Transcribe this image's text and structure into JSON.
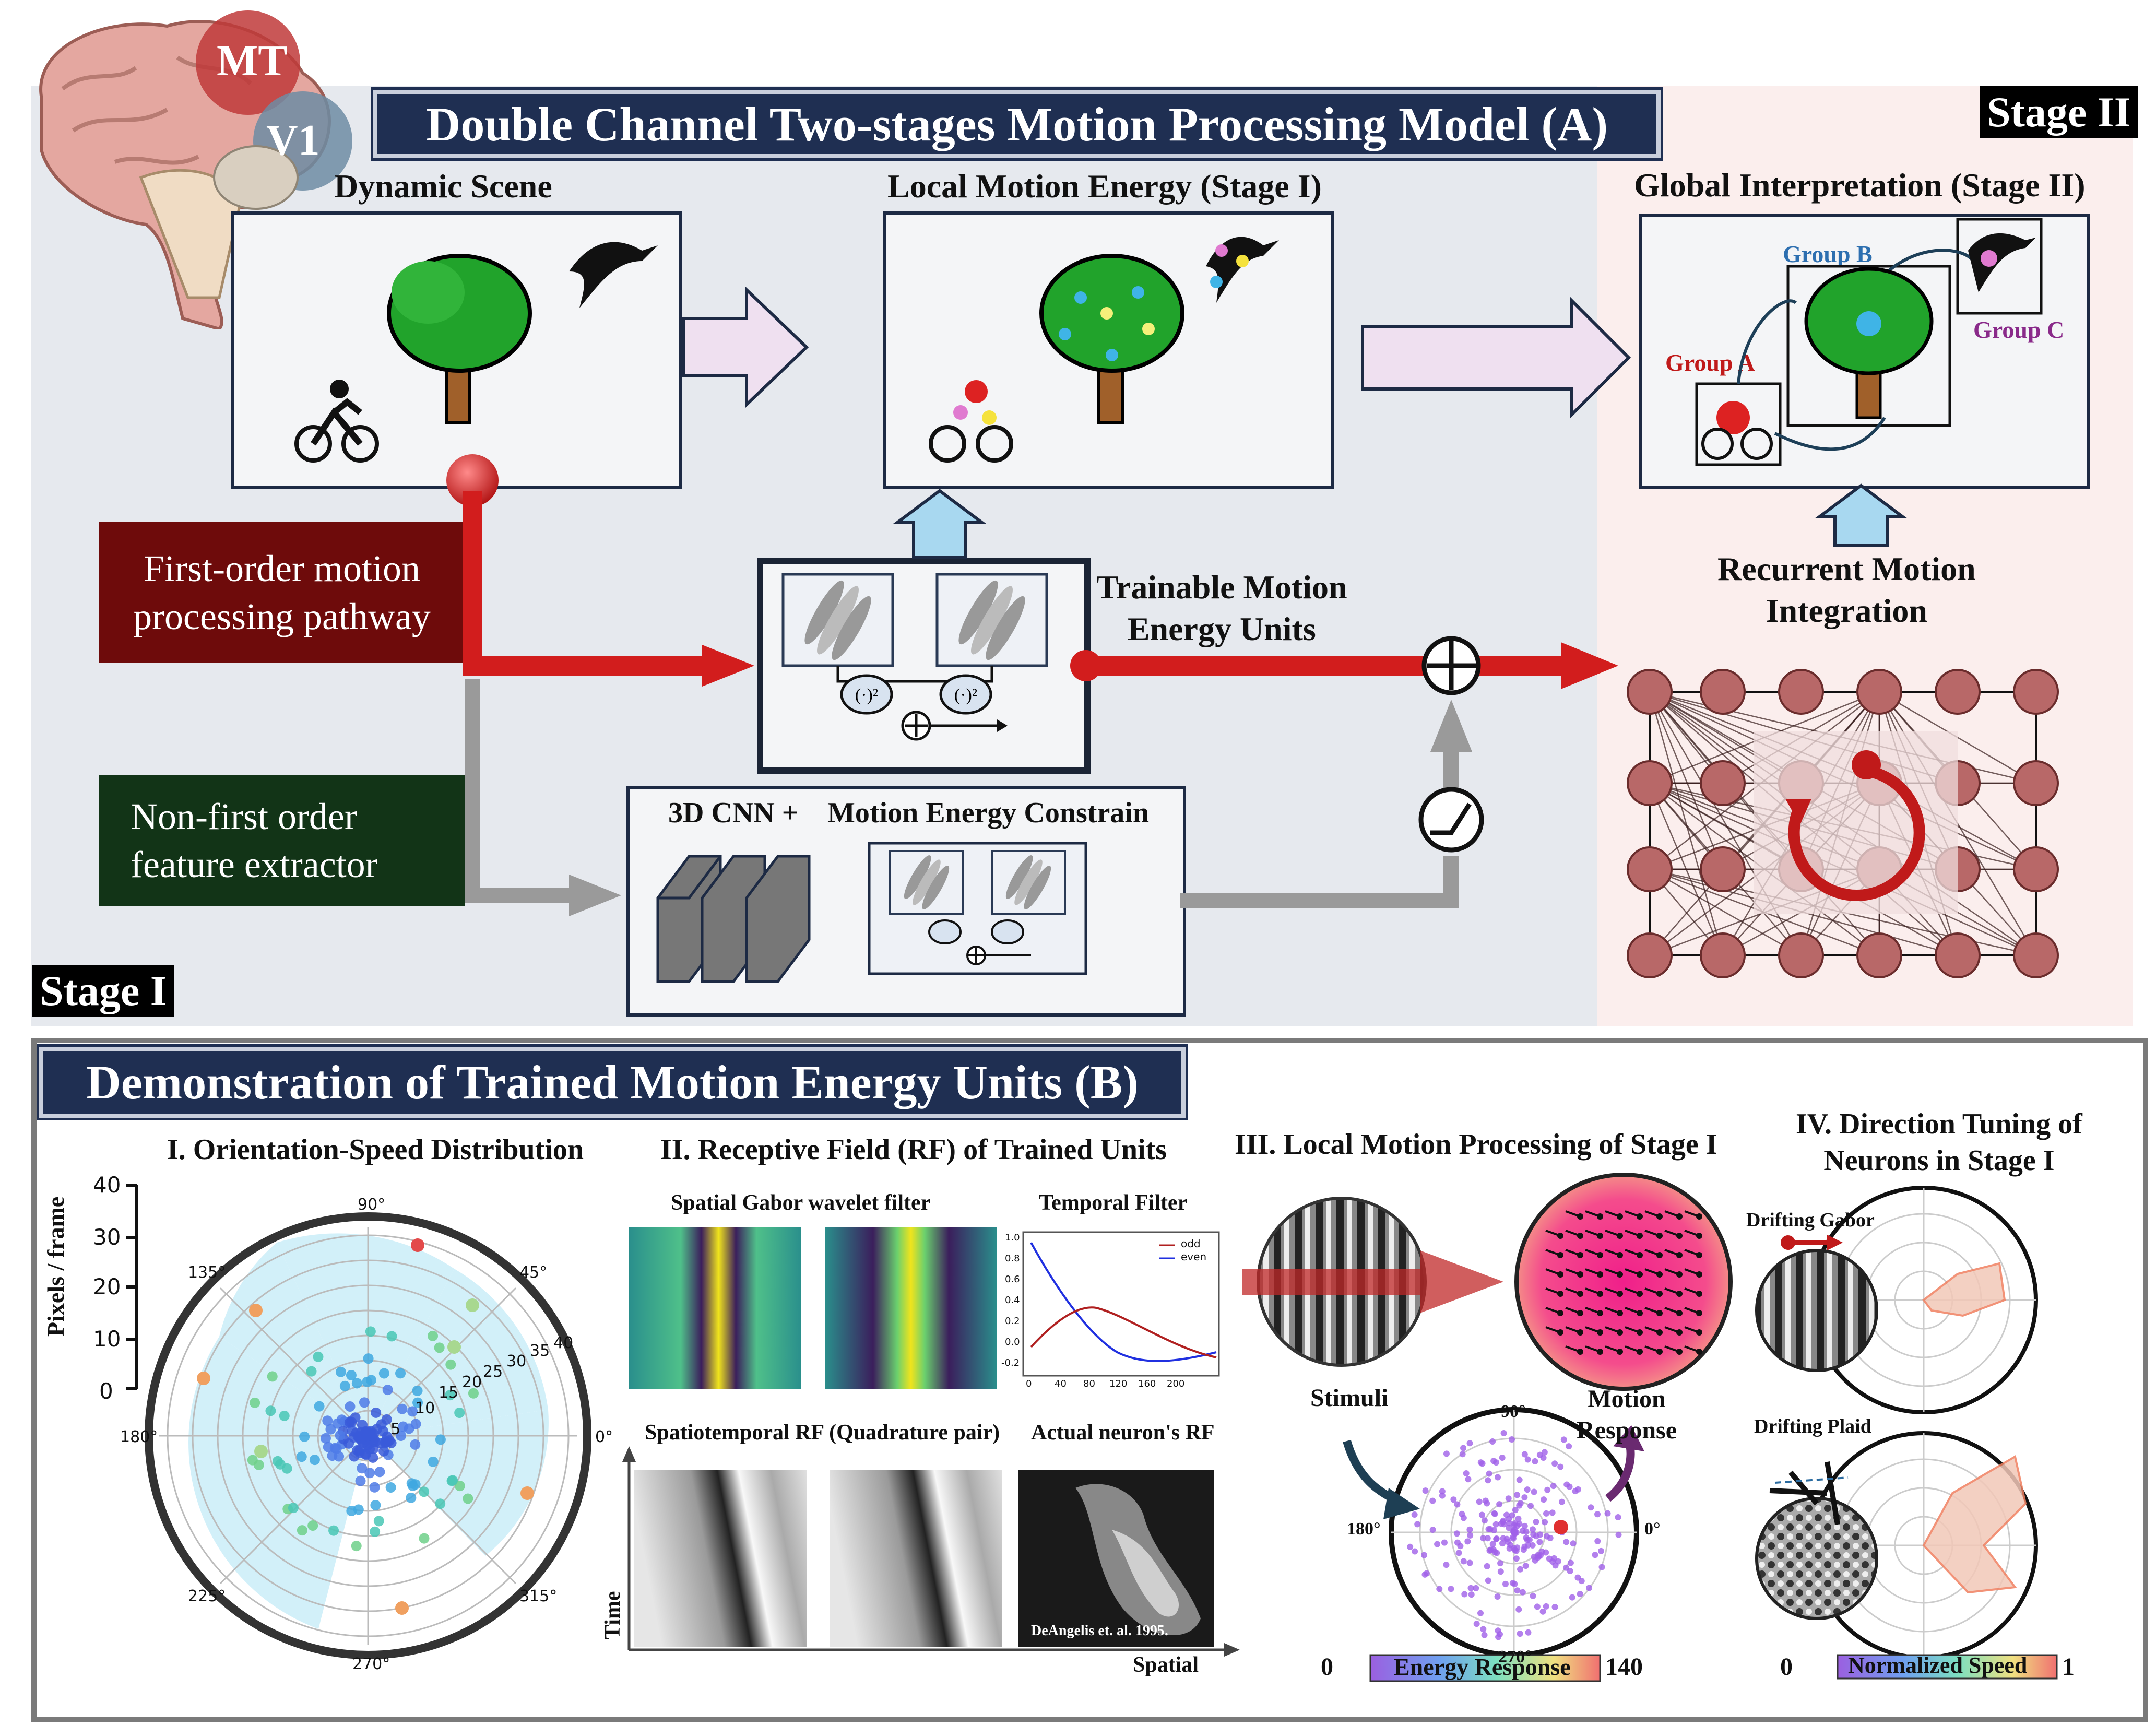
{
  "panel_a": {
    "title": "Double Channel Two-stages Motion Processing Model (A)",
    "stage1_label": "Stage I",
    "stage2_label": "Stage II",
    "brain": {
      "mt": "MT",
      "v1": "V1"
    },
    "dynamic_scene": "Dynamic Scene",
    "local_motion": "Local Motion Energy (Stage I)",
    "global_interp": "Global Interpretation (Stage II)",
    "groups": {
      "a": "Group A",
      "b": "Group B",
      "c": "Group C"
    },
    "first_order": "First-order motion\nprocessing pathway",
    "non_first_order": "Non-first order\nfeature extractor",
    "trainable": "Trainable Motion\nEnergy Units",
    "cnn": "3D CNN +",
    "constrain": "Motion Energy Constrain",
    "recurrent": "Recurrent Motion\nIntegration",
    "colors": {
      "first_order_bg": "#6e0b0b",
      "non_first_bg": "#123417",
      "red_path": "#d21d1d",
      "gray_path": "#9a9a9a"
    }
  },
  "panel_b": {
    "title": "Demonstration of Trained Motion Energy Units (B)",
    "s1": {
      "title": "I.  Orientation-Speed Distribution",
      "yaxis": "Pixels / frame",
      "yticks": [
        "40",
        "30",
        "20",
        "10",
        "0"
      ],
      "angles": [
        "90°",
        "45°",
        "0°",
        "315°",
        "270°",
        "225°",
        "180°",
        "135°"
      ],
      "rings": [
        "5",
        "10",
        "15",
        "20",
        "25",
        "30",
        "35",
        "40"
      ]
    },
    "s2": {
      "title": "II.  Receptive Field (RF) of Trained Units",
      "gabor": "Spatial Gabor wavelet filter",
      "temporal": "Temporal Filter",
      "legend": [
        "odd",
        "even"
      ],
      "temporal_x": [
        "0",
        "40",
        "80",
        "120",
        "160",
        "200"
      ],
      "temporal_y": [
        "1.0",
        "0.8",
        "0.6",
        "0.4",
        "0.2",
        "0.0",
        "-0.2"
      ],
      "st_rf": "Spatiotemporal RF (Quadrature pair)",
      "actual": "Actual neuron's RF",
      "citation": "DeAngelis et. al. 1995.",
      "time": "Time",
      "spatial": "Spatial"
    },
    "s3": {
      "title": "III.  Local Motion Processing of Stage I",
      "stimuli": "Stimuli",
      "motion_response": "Motion\nResponse",
      "angles": [
        "90°",
        "0°",
        "270°",
        "180°"
      ],
      "cb_min": "0",
      "cb_label": "Energy Response",
      "cb_max": "140"
    },
    "s4": {
      "title": "IV. Direction Tuning of\nNeurons in Stage I",
      "gabor": "Drifting Gabor",
      "plaid": "Drifting Plaid",
      "cb_min": "0",
      "cb_label": "Normalized Speed",
      "cb_max": "1"
    }
  }
}
